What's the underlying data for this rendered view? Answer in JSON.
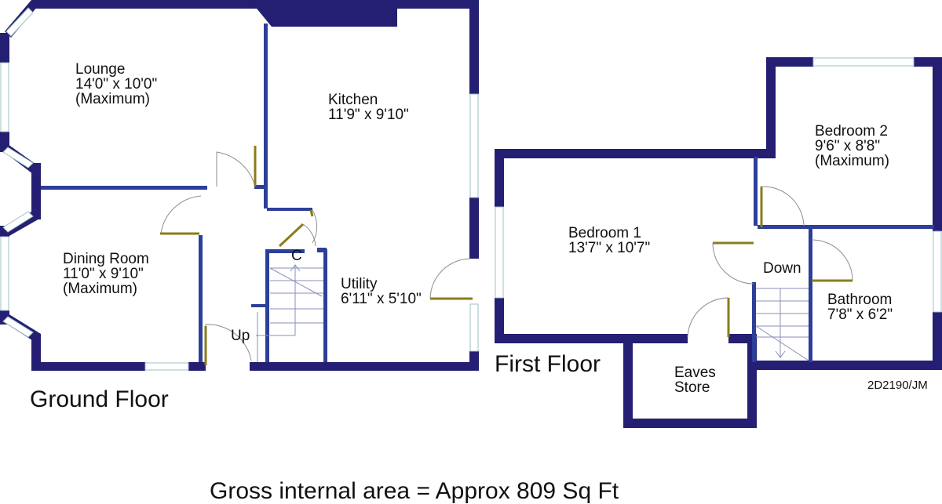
{
  "colors": {
    "wall": "#241f72",
    "inner_wall": "#2c3f99",
    "door_leaf": "#8a7d1c",
    "window": "#9cc0c6",
    "text": "#111111"
  },
  "ground_floor": {
    "title": "Ground Floor",
    "rooms": {
      "lounge": {
        "name": "Lounge",
        "size": "14'0\" x 10'0\"",
        "note": "(Maximum)"
      },
      "kitchen": {
        "name": "Kitchen",
        "size": "11'9\" x 9'10\""
      },
      "dining": {
        "name": "Dining Room",
        "size": "11'0\" x 9'10\"",
        "note": "(Maximum)"
      },
      "utility": {
        "name": "Utility",
        "size": "6'11\" x 5'10\""
      }
    },
    "stairs_label": "Up",
    "cupboard_label": "C"
  },
  "first_floor": {
    "title": "First Floor",
    "rooms": {
      "bedroom1": {
        "name": "Bedroom 1",
        "size": "13'7\" x 10'7\""
      },
      "bedroom2": {
        "name": "Bedroom 2",
        "size": "9'6\" x 8'8\"",
        "note": "(Maximum)"
      },
      "bathroom": {
        "name": "Bathroom",
        "size": "7'8\" x 6'2\""
      },
      "eaves": {
        "name_line1": "Eaves",
        "name_line2": "Store"
      }
    },
    "stairs_label": "Down"
  },
  "reference": "2D2190/JM",
  "gross_area": "Gross internal area = Approx 809 Sq Ft"
}
